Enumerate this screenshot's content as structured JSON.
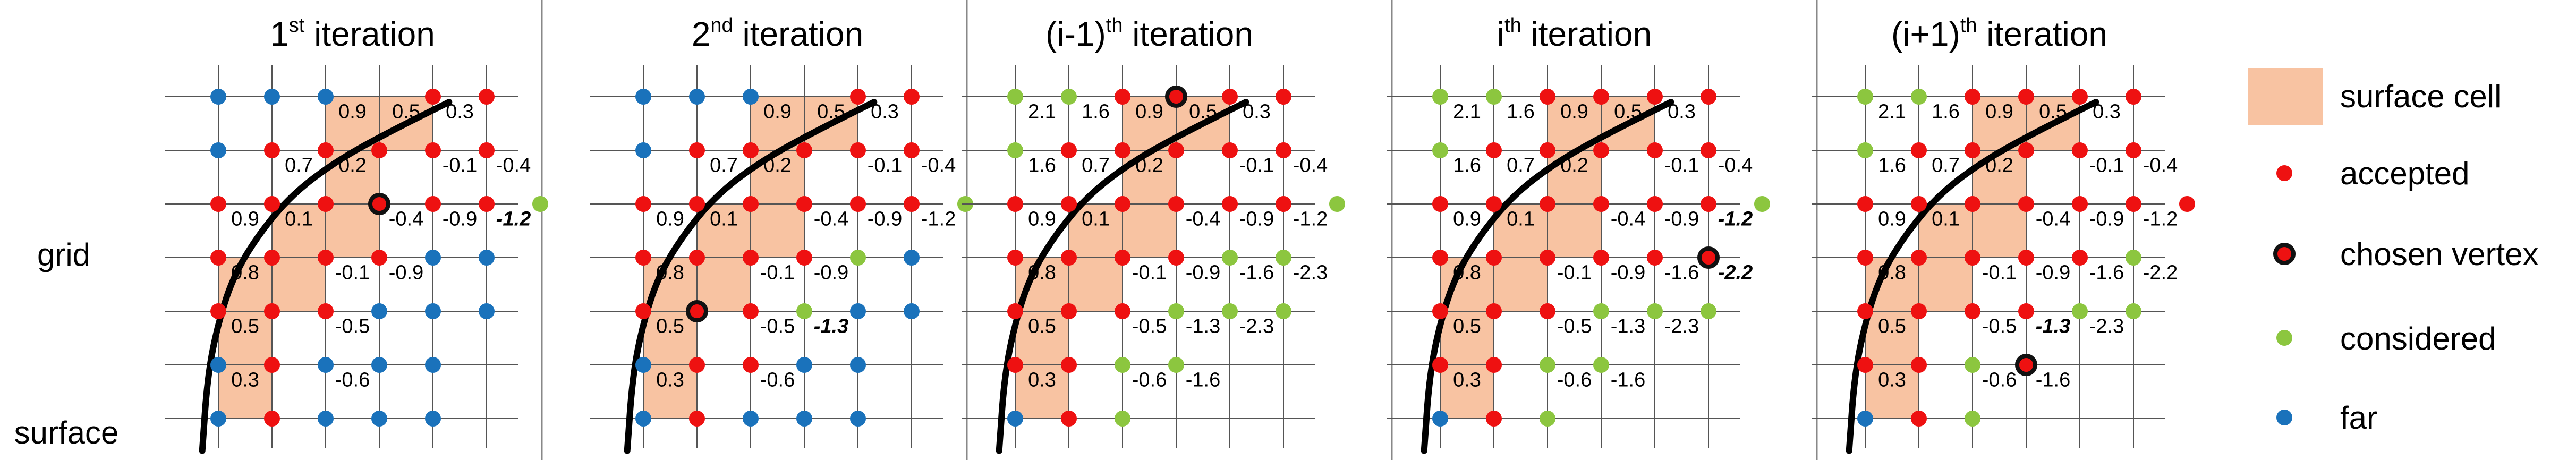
{
  "side_labels": {
    "grid": "grid",
    "surface": "surface"
  },
  "legend": {
    "surface_cell": "surface cell",
    "accepted": "accepted",
    "chosen_vertex": "chosen vertex",
    "considered": "considered",
    "far": "far"
  },
  "colors": {
    "surface_cell": "#F8C3A2",
    "accepted": "#EE1111",
    "considered": "#8CC63F",
    "far": "#1A72BB",
    "chosen_outline": "#111111",
    "grid_line": "#555555",
    "divider": "#888888",
    "curve": "#000000",
    "text_considered": "#8CC63F",
    "text_default": "#000000"
  },
  "surface_cells": [
    [
      2,
      0
    ],
    [
      3,
      0
    ],
    [
      2,
      1
    ],
    [
      1,
      2
    ],
    [
      2,
      2
    ],
    [
      0,
      3
    ],
    [
      1,
      3
    ],
    [
      0,
      4
    ],
    [
      0,
      5
    ]
  ],
  "panels": [
    {
      "title_prefix": "1",
      "title_sup": "st",
      "title_suffix": " iteration",
      "chosen": [
        3,
        2
      ],
      "values": [
        {
          "c": 2,
          "r": 0,
          "text": "0.9",
          "style": "n"
        },
        {
          "c": 3,
          "r": 0,
          "text": "0.5",
          "style": "n"
        },
        {
          "c": 4,
          "r": 0,
          "text": "0.3",
          "style": "n"
        },
        {
          "c": 1,
          "r": 1,
          "text": "0.7",
          "style": "n"
        },
        {
          "c": 2,
          "r": 1,
          "text": "0.2",
          "style": "n"
        },
        {
          "c": 4,
          "r": 1,
          "text": "-0.1",
          "style": "n"
        },
        {
          "c": 5,
          "r": 1,
          "text": "-0.4",
          "style": "n"
        },
        {
          "c": 0,
          "r": 2,
          "text": "0.9",
          "style": "n"
        },
        {
          "c": 1,
          "r": 2,
          "text": "0.1",
          "style": "n"
        },
        {
          "c": 3,
          "r": 2,
          "text": "-0.4",
          "style": "n"
        },
        {
          "c": 4,
          "r": 2,
          "text": "-0.9",
          "style": "n"
        },
        {
          "c": 5,
          "r": 2,
          "text": "-1.2",
          "style": "gb"
        },
        {
          "c": 0,
          "r": 3,
          "text": "0.8",
          "style": "n"
        },
        {
          "c": 2,
          "r": 3,
          "text": "-0.1",
          "style": "n"
        },
        {
          "c": 3,
          "r": 3,
          "text": "-0.9",
          "style": "n"
        },
        {
          "c": 0,
          "r": 4,
          "text": "0.5",
          "style": "n"
        },
        {
          "c": 2,
          "r": 4,
          "text": "-0.5",
          "style": "n"
        },
        {
          "c": 0,
          "r": 5,
          "text": "0.3",
          "style": "n"
        },
        {
          "c": 2,
          "r": 5,
          "text": "-0.6",
          "style": "n"
        }
      ],
      "nodes": [
        "fffarr",
        "frrrrr",
        "rrrrrrg",
        "rrrrff",
        "rrrfff",
        "frfff",
        "frfff"
      ]
    },
    {
      "title_prefix": "2",
      "title_sup": "nd",
      "title_suffix": " iteration",
      "chosen": [
        1,
        4
      ],
      "values": [
        {
          "c": 2,
          "r": 0,
          "text": "0.9",
          "style": "n"
        },
        {
          "c": 3,
          "r": 0,
          "text": "0.5",
          "style": "n"
        },
        {
          "c": 4,
          "r": 0,
          "text": "0.3",
          "style": "n"
        },
        {
          "c": 1,
          "r": 1,
          "text": "0.7",
          "style": "n"
        },
        {
          "c": 2,
          "r": 1,
          "text": "0.2",
          "style": "n"
        },
        {
          "c": 4,
          "r": 1,
          "text": "-0.1",
          "style": "n"
        },
        {
          "c": 5,
          "r": 1,
          "text": "-0.4",
          "style": "n"
        },
        {
          "c": 0,
          "r": 2,
          "text": "0.9",
          "style": "n"
        },
        {
          "c": 1,
          "r": 2,
          "text": "0.1",
          "style": "n"
        },
        {
          "c": 3,
          "r": 2,
          "text": "-0.4",
          "style": "n"
        },
        {
          "c": 4,
          "r": 2,
          "text": "-0.9",
          "style": "n"
        },
        {
          "c": 5,
          "r": 2,
          "text": "-1.2",
          "style": "g"
        },
        {
          "c": 0,
          "r": 3,
          "text": "0.8",
          "style": "n"
        },
        {
          "c": 2,
          "r": 3,
          "text": "-0.1",
          "style": "n"
        },
        {
          "c": 3,
          "r": 3,
          "text": "-0.9",
          "style": "n"
        },
        {
          "c": 0,
          "r": 4,
          "text": "0.5",
          "style": "n"
        },
        {
          "c": 2,
          "r": 4,
          "text": "-0.5",
          "style": "n"
        },
        {
          "c": 3,
          "r": 4,
          "text": "-1.3",
          "style": "gb"
        },
        {
          "c": 0,
          "r": 5,
          "text": "0.3",
          "style": "n"
        },
        {
          "c": 2,
          "r": 5,
          "text": "-0.6",
          "style": "n"
        }
      ],
      "nodes": [
        "fffarr",
        "frrrrr",
        "rrrrrrg",
        "rrrrgf",
        "rrrgff",
        "frrff",
        "frfff"
      ]
    },
    {
      "title_prefix": "(i-1)",
      "title_sup": "th",
      "title_suffix": " iteration",
      "chosen": [
        3,
        0
      ],
      "values": [
        {
          "c": 0,
          "r": 0,
          "text": "2.1",
          "style": "g"
        },
        {
          "c": 1,
          "r": 0,
          "text": "1.6",
          "style": "g"
        },
        {
          "c": 2,
          "r": 0,
          "text": "0.9",
          "style": "n"
        },
        {
          "c": 3,
          "r": 0,
          "text": "0.5",
          "style": "n"
        },
        {
          "c": 4,
          "r": 0,
          "text": "0.3",
          "style": "n"
        },
        {
          "c": 0,
          "r": 1,
          "text": "1.6",
          "style": "g"
        },
        {
          "c": 1,
          "r": 1,
          "text": "0.7",
          "style": "n"
        },
        {
          "c": 2,
          "r": 1,
          "text": "0.2",
          "style": "n"
        },
        {
          "c": 4,
          "r": 1,
          "text": "-0.1",
          "style": "n"
        },
        {
          "c": 5,
          "r": 1,
          "text": "-0.4",
          "style": "n"
        },
        {
          "c": 0,
          "r": 2,
          "text": "0.9",
          "style": "n"
        },
        {
          "c": 1,
          "r": 2,
          "text": "0.1",
          "style": "n"
        },
        {
          "c": 3,
          "r": 2,
          "text": "-0.4",
          "style": "n"
        },
        {
          "c": 4,
          "r": 2,
          "text": "-0.9",
          "style": "n"
        },
        {
          "c": 5,
          "r": 2,
          "text": "-1.2",
          "style": "g"
        },
        {
          "c": 0,
          "r": 3,
          "text": "0.8",
          "style": "n"
        },
        {
          "c": 2,
          "r": 3,
          "text": "-0.1",
          "style": "n"
        },
        {
          "c": 3,
          "r": 3,
          "text": "-0.9",
          "style": "n"
        },
        {
          "c": 4,
          "r": 3,
          "text": "-1.6",
          "style": "g"
        },
        {
          "c": 5,
          "r": 3,
          "text": "-2.3",
          "style": "g"
        },
        {
          "c": 0,
          "r": 4,
          "text": "0.5",
          "style": "n"
        },
        {
          "c": 2,
          "r": 4,
          "text": "-0.5",
          "style": "n"
        },
        {
          "c": 3,
          "r": 4,
          "text": "-1.3",
          "style": "g"
        },
        {
          "c": 4,
          "r": 4,
          "text": "-2.3",
          "style": "g"
        },
        {
          "c": 0,
          "r": 5,
          "text": "0.3",
          "style": "n"
        },
        {
          "c": 2,
          "r": 5,
          "text": "-0.6",
          "style": "n"
        },
        {
          "c": 3,
          "r": 5,
          "text": "-1.6",
          "style": "g"
        }
      ],
      "nodes": [
        "ggrrrr",
        "grrrrr",
        "rrrrrrg",
        "rrrrgg",
        "rrrggg",
        "rrgg",
        "frg"
      ]
    },
    {
      "title_prefix": "i",
      "title_sup": "th",
      "title_suffix": " iteration",
      "chosen": [
        5,
        3
      ],
      "values": [
        {
          "c": 0,
          "r": 0,
          "text": "2.1",
          "style": "g"
        },
        {
          "c": 1,
          "r": 0,
          "text": "1.6",
          "style": "g"
        },
        {
          "c": 2,
          "r": 0,
          "text": "0.9",
          "style": "n"
        },
        {
          "c": 3,
          "r": 0,
          "text": "0.5",
          "style": "n"
        },
        {
          "c": 4,
          "r": 0,
          "text": "0.3",
          "style": "n"
        },
        {
          "c": 0,
          "r": 1,
          "text": "1.6",
          "style": "g"
        },
        {
          "c": 1,
          "r": 1,
          "text": "0.7",
          "style": "n"
        },
        {
          "c": 2,
          "r": 1,
          "text": "0.2",
          "style": "n"
        },
        {
          "c": 4,
          "r": 1,
          "text": "-0.1",
          "style": "n"
        },
        {
          "c": 5,
          "r": 1,
          "text": "-0.4",
          "style": "n"
        },
        {
          "c": 0,
          "r": 2,
          "text": "0.9",
          "style": "n"
        },
        {
          "c": 1,
          "r": 2,
          "text": "0.1",
          "style": "n"
        },
        {
          "c": 3,
          "r": 2,
          "text": "-0.4",
          "style": "n"
        },
        {
          "c": 4,
          "r": 2,
          "text": "-0.9",
          "style": "n"
        },
        {
          "c": 5,
          "r": 2,
          "text": "-1.2",
          "style": "kb"
        },
        {
          "c": 0,
          "r": 3,
          "text": "0.8",
          "style": "n"
        },
        {
          "c": 2,
          "r": 3,
          "text": "-0.1",
          "style": "n"
        },
        {
          "c": 3,
          "r": 3,
          "text": "-0.9",
          "style": "n"
        },
        {
          "c": 4,
          "r": 3,
          "text": "-1.6",
          "style": "g"
        },
        {
          "c": 5,
          "r": 3,
          "text": "-2.2",
          "style": "gb"
        },
        {
          "c": 0,
          "r": 4,
          "text": "0.5",
          "style": "n"
        },
        {
          "c": 2,
          "r": 4,
          "text": "-0.5",
          "style": "n"
        },
        {
          "c": 3,
          "r": 4,
          "text": "-1.3",
          "style": "g"
        },
        {
          "c": 4,
          "r": 4,
          "text": "-2.3",
          "style": "g"
        },
        {
          "c": 0,
          "r": 5,
          "text": "0.3",
          "style": "n"
        },
        {
          "c": 2,
          "r": 5,
          "text": "-0.6",
          "style": "n"
        },
        {
          "c": 3,
          "r": 5,
          "text": "-1.6",
          "style": "g"
        }
      ],
      "nodes": [
        "ggrrrr",
        "grrrrr",
        "rrrrrrg",
        "rrrrrg",
        "rrrggg",
        "rrgg",
        "frg"
      ]
    },
    {
      "title_prefix": "(i+1)",
      "title_sup": "th",
      "title_suffix": " iteration",
      "chosen": [
        3,
        5
      ],
      "values": [
        {
          "c": 0,
          "r": 0,
          "text": "2.1",
          "style": "g"
        },
        {
          "c": 1,
          "r": 0,
          "text": "1.6",
          "style": "g"
        },
        {
          "c": 2,
          "r": 0,
          "text": "0.9",
          "style": "n"
        },
        {
          "c": 3,
          "r": 0,
          "text": "0.5",
          "style": "n"
        },
        {
          "c": 4,
          "r": 0,
          "text": "0.3",
          "style": "n"
        },
        {
          "c": 0,
          "r": 1,
          "text": "1.6",
          "style": "g"
        },
        {
          "c": 1,
          "r": 1,
          "text": "0.7",
          "style": "n"
        },
        {
          "c": 2,
          "r": 1,
          "text": "0.2",
          "style": "n"
        },
        {
          "c": 4,
          "r": 1,
          "text": "-0.1",
          "style": "n"
        },
        {
          "c": 5,
          "r": 1,
          "text": "-0.4",
          "style": "n"
        },
        {
          "c": 0,
          "r": 2,
          "text": "0.9",
          "style": "n"
        },
        {
          "c": 1,
          "r": 2,
          "text": "0.1",
          "style": "n"
        },
        {
          "c": 3,
          "r": 2,
          "text": "-0.4",
          "style": "n"
        },
        {
          "c": 4,
          "r": 2,
          "text": "-0.9",
          "style": "n"
        },
        {
          "c": 5,
          "r": 2,
          "text": "-1.2",
          "style": "n"
        },
        {
          "c": 0,
          "r": 3,
          "text": "0.8",
          "style": "n"
        },
        {
          "c": 2,
          "r": 3,
          "text": "-0.1",
          "style": "n"
        },
        {
          "c": 3,
          "r": 3,
          "text": "-0.9",
          "style": "n"
        },
        {
          "c": 4,
          "r": 3,
          "text": "-1.6",
          "style": "g"
        },
        {
          "c": 5,
          "r": 3,
          "text": "-2.2",
          "style": "g"
        },
        {
          "c": 0,
          "r": 4,
          "text": "0.5",
          "style": "n"
        },
        {
          "c": 2,
          "r": 4,
          "text": "-0.5",
          "style": "n"
        },
        {
          "c": 3,
          "r": 4,
          "text": "-1.3",
          "style": "kb"
        },
        {
          "c": 4,
          "r": 4,
          "text": "-2.3",
          "style": "g"
        },
        {
          "c": 0,
          "r": 5,
          "text": "0.3",
          "style": "n"
        },
        {
          "c": 2,
          "r": 5,
          "text": "-0.6",
          "style": "n"
        },
        {
          "c": 3,
          "r": 5,
          "text": "-1.6",
          "style": "g"
        }
      ],
      "nodes": [
        "ggrrrr",
        "grrrrr",
        "rrrrrrr",
        "rrrrrg",
        "rrrrgg",
        "rrgg",
        "frg"
      ]
    }
  ]
}
